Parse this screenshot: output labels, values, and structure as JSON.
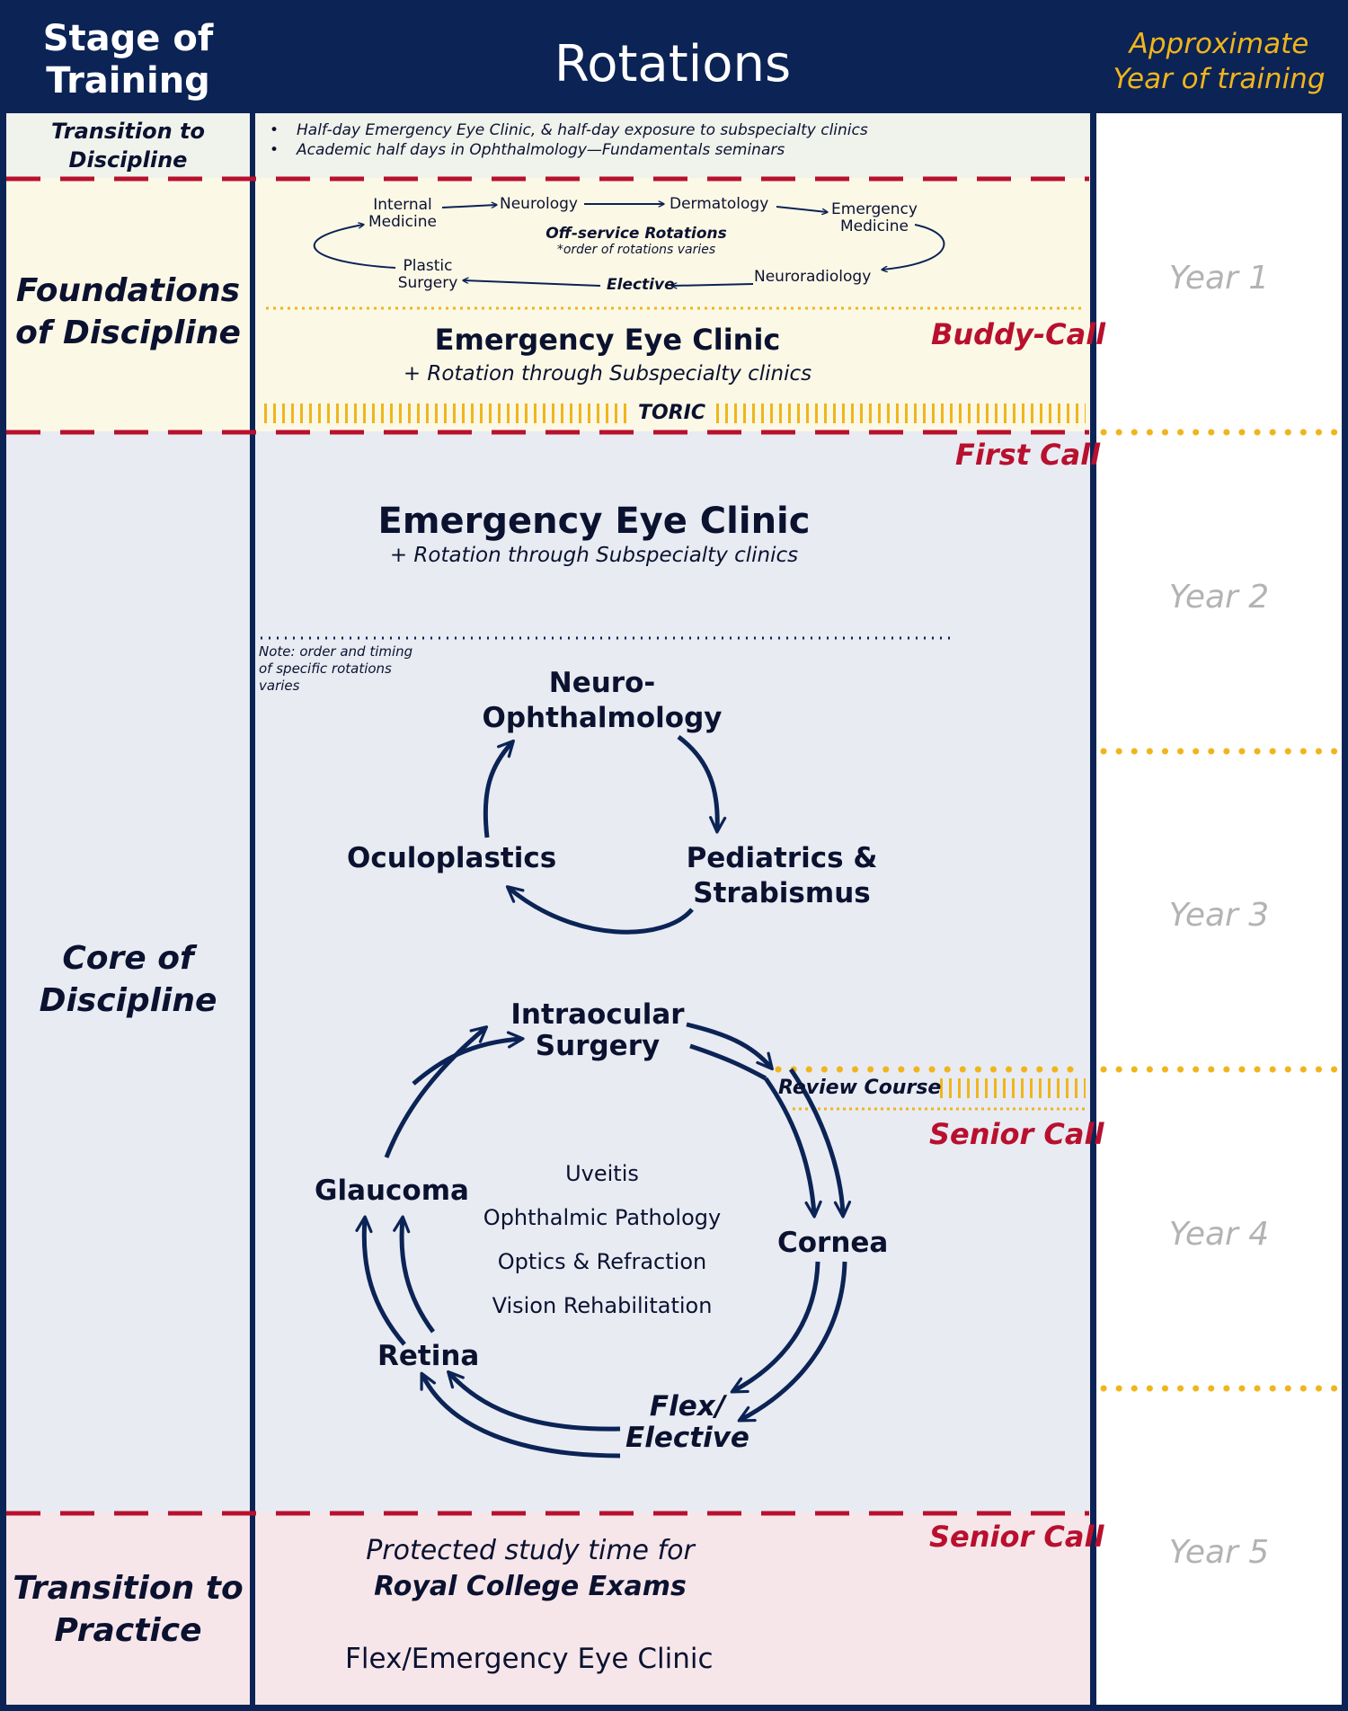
{
  "header": {
    "stage_line1": "Stage of",
    "stage_line2": "Training",
    "rotations": "Rotations",
    "year_line1": "Approximate",
    "year_line2": "Year of training"
  },
  "stages": {
    "ttd_line1": "Transition to",
    "ttd_line2": "Discipline",
    "fod_line1": "Foundations",
    "fod_line2": "of Discipline",
    "cod_line1": "Core of",
    "cod_line2": "Discipline",
    "ttp_line1": "Transition to",
    "ttp_line2": "Practice"
  },
  "ttd": {
    "bullets": [
      "Half-day Emergency Eye Clinic, & half-day exposure to subspecialty clinics",
      "Academic half days in Ophthalmology—Fundamentals seminars"
    ]
  },
  "foundations": {
    "offservice": {
      "internal_l1": "Internal",
      "internal_l2": "Medicine",
      "neurology": "Neurology",
      "dermatology": "Dermatology",
      "emergency_l1": "Emergency",
      "emergency_l2": "Medicine",
      "neuroradiology": "Neuroradiology",
      "elective": "Elective",
      "plastic_l1": "Plastic",
      "plastic_l2": "Surgery",
      "center_title": "Off-service Rotations",
      "center_note": "*order of rotations varies"
    },
    "clinic_title": "Emergency Eye Clinic",
    "clinic_sub": "+ Rotation through Subspecialty clinics",
    "buddy_call": "Buddy-Call",
    "toric": "TORIC"
  },
  "core": {
    "first_call": "First Call",
    "clinic_title": "Emergency Eye Clinic",
    "clinic_sub": "+ Rotation through Subspecialty clinics",
    "note_l1": "Note: order and timing",
    "note_l2": "of specific rotations",
    "note_l3": "varies",
    "cycle1": {
      "neuro_l1": "Neuro-",
      "neuro_l2": "Ophthalmology",
      "peds_l1": "Pediatrics &",
      "peds_l2": "Strabismus",
      "oculo": "Oculoplastics"
    },
    "cycle2": {
      "ios_l1": "Intraocular",
      "ios_l2": "Surgery",
      "cornea": "Cornea",
      "flex_l1": "Flex/",
      "flex_l2": "Elective",
      "retina": "Retina",
      "glaucoma": "Glaucoma",
      "center": [
        "Uveitis",
        "Ophthalmic Pathology",
        "Optics & Refraction",
        "Vision Rehabilitation"
      ]
    },
    "review_course": "Review Course",
    "senior_call": "Senior Call"
  },
  "practice": {
    "senior_call": "Senior Call",
    "study_l1": "Protected study time for",
    "study_l2": "Royal College Exams",
    "flex": "Flex/Emergency Eye Clinic"
  },
  "years": [
    "Year 1",
    "Year 2",
    "Year 3",
    "Year 4",
    "Year 5"
  ],
  "colors": {
    "navy": "#0b2355",
    "red": "#b8102e",
    "gold": "#f0b51c",
    "ttd_bg": "#f0f2ec",
    "fod_bg": "#fcf8e6",
    "cod_bg": "#e8ebf2",
    "ttp_bg": "#f6e6ea",
    "year_text": "#b3b3b3"
  }
}
